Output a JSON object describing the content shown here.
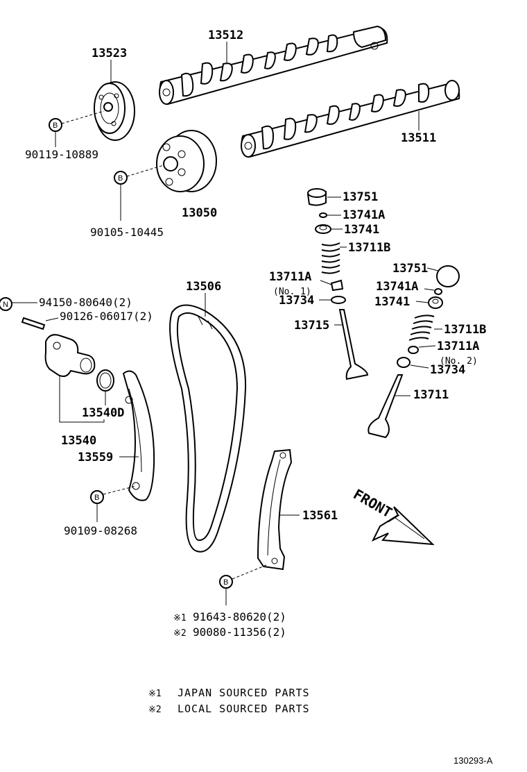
{
  "parts": {
    "camshaft_upper": "13512",
    "camshaft_lower": "13511",
    "timing_sprocket": "13523",
    "sprocket_bolt": "90119-10889",
    "vvt_gear": "13050",
    "vvt_bolt": "90105-10445",
    "chain": "13506",
    "tensioner_bolt": "94150-80640(2)",
    "tensioner_stud": "90126-06017(2)",
    "tensioner_gasket": "13540D",
    "tensioner": "13540",
    "slipper": "13559",
    "slipper_bolt": "90109-08268",
    "guide": "13561",
    "lifter_in": "13751",
    "keeper_in": "13741A",
    "retainer_in": "13741",
    "spring_in": "13711B",
    "seat_no1": "13711A",
    "no1": "(No. 1)",
    "seal_in": "13734",
    "valve_in": "13715",
    "lifter_ex": "13751",
    "keeper_ex": "13741A",
    "retainer_ex": "13741",
    "spring_ex": "13711B",
    "seat_no2": "13711A",
    "no2": "(No. 2)",
    "seal_ex": "13734",
    "valve_ex": "13711",
    "guide_bolt_1": "91643-80620(2)",
    "guide_bolt_2": "90080-11356(2)"
  },
  "markers": {
    "b": "B",
    "n": "N",
    "star1": "※1",
    "star2": "※2"
  },
  "front_label": "FRONT",
  "notes": [
    {
      "mark": "※1",
      "text": "JAPAN SOURCED PARTS"
    },
    {
      "mark": "※2",
      "text": "LOCAL SOURCED PARTS"
    }
  ],
  "diagram_ref": "130293-A"
}
